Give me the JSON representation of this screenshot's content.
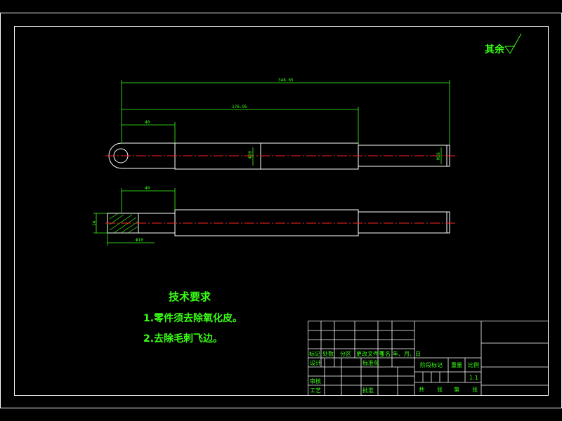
{
  "surface_note": {
    "text": "其余"
  },
  "dimensions": {
    "overall_length": "348.65",
    "body_length": "176.95",
    "eye_length": "40",
    "eye_length_bottom": "40",
    "shaft_dia": "Φ20",
    "thread_dia": "M16",
    "height": "14",
    "hole": "Φ10"
  },
  "requirements": {
    "title": "技术要求",
    "item1": "1.零件须去除氧化皮。",
    "item2": "2.去除毛刺飞边。"
  },
  "title_block": {
    "mark": "标记",
    "count": "处数",
    "zone": "分区",
    "doc_no": "更改文件号",
    "sign": "签名",
    "date": "年、月、日",
    "design": "设计",
    "standardize": "标准化",
    "review": "审核",
    "process": "工艺",
    "approve": "批准",
    "stage_mark": "阶段标记",
    "weight": "重量",
    "scale_label": "比例",
    "scale": "1:1",
    "total": "共",
    "sheets1": "张",
    "page": "第",
    "sheets2": "张"
  },
  "colors": {
    "background": "#000000",
    "outline": "#ffffff",
    "centerline": "#ff2020",
    "dimension": "#39ff14",
    "text": "#39ff14"
  }
}
